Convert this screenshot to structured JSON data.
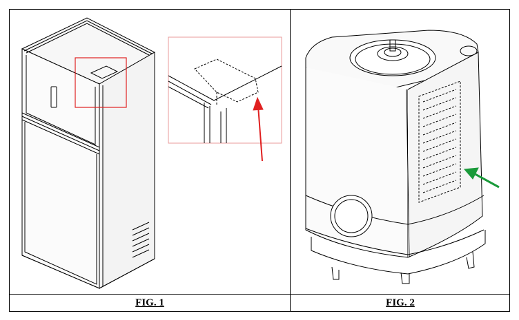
{
  "figures": [
    {
      "caption": "FIG. 1",
      "subject": "refrigerator-with-detail-inset",
      "arrow_color": "#e02020"
    },
    {
      "caption": "FIG. 2",
      "subject": "appliance-with-side-vent",
      "arrow_color": "#1a9a3a"
    }
  ],
  "colors": {
    "line": "#000000",
    "highlight_box": "#e02020",
    "inset_box": "#e89a9a"
  }
}
